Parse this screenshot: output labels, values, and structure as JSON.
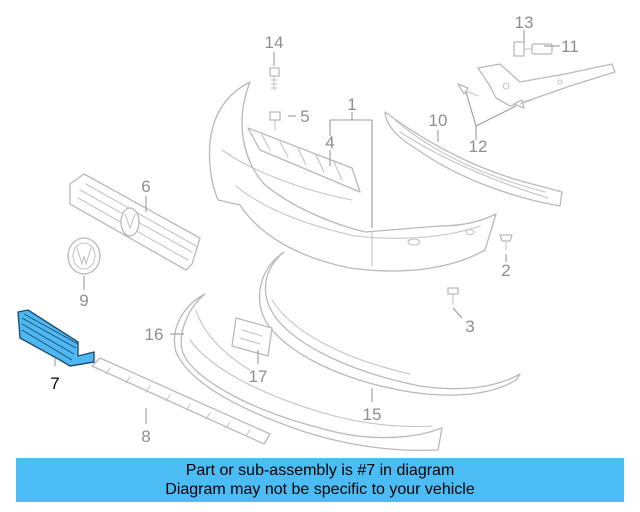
{
  "diagram": {
    "callouts": [
      {
        "id": "1",
        "label": "1"
      },
      {
        "id": "2",
        "label": "2"
      },
      {
        "id": "3",
        "label": "3"
      },
      {
        "id": "4",
        "label": "4"
      },
      {
        "id": "5",
        "label": "5"
      },
      {
        "id": "6",
        "label": "6"
      },
      {
        "id": "7",
        "label": "7"
      },
      {
        "id": "8",
        "label": "8"
      },
      {
        "id": "9",
        "label": "9"
      },
      {
        "id": "10",
        "label": "10"
      },
      {
        "id": "11",
        "label": "11"
      },
      {
        "id": "12",
        "label": "12"
      },
      {
        "id": "13",
        "label": "13"
      },
      {
        "id": "14",
        "label": "14"
      },
      {
        "id": "15",
        "label": "15"
      },
      {
        "id": "16",
        "label": "16"
      },
      {
        "id": "17",
        "label": "17"
      }
    ],
    "highlighted_part": "7",
    "highlight_color": "#4fb8f2"
  },
  "footer": {
    "line1": "Part or sub-assembly is #7 in diagram",
    "line2": "Diagram may not be specific to your vehicle",
    "background": "#4cbdf4"
  }
}
